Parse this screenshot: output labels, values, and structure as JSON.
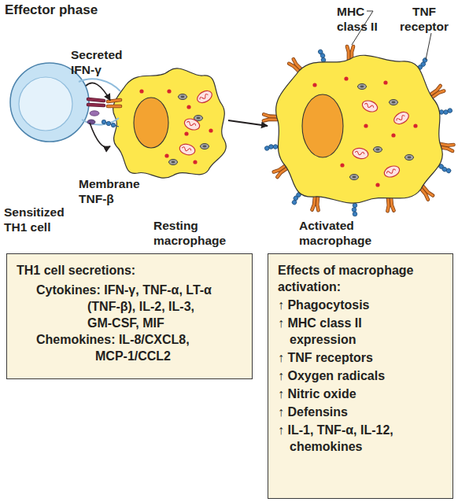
{
  "diagram": {
    "title": "Effector phase",
    "nodes": [
      {
        "text": [
          "Sensitized TH1 cell"
        ]
      },
      {
        "text": [
          "Resting macrophage"
        ]
      },
      {
        "text": [
          "Activated macrophage"
        ]
      },
      {
        "text": [
          "TH1 cell secretions:",
          "Cytokines: IFN-γ, TNF-α, LT-α (TNF-β), IL-2, IL-3, GM-CSF, MIF",
          "Chemokines: IL-8/CXCL8, MCP-1/CCL2"
        ]
      },
      {
        "text": [
          "Effects of macrophage activation:",
          "↑ Phagocytosis",
          "↑ MHC class II expression",
          "↑ TNF receptors",
          "↑ Oxygen radicals",
          "↑ Nitric oxide",
          "↑ Defensins",
          "↑ IL-1, TNF-α, IL-12, chemokines"
        ]
      }
    ],
    "edges": [
      {
        "from": 0,
        "to": 1,
        "arrow": "to",
        "label": "Secreted IFN-γ"
      },
      {
        "from": 0,
        "to": 1,
        "arrow": "to",
        "label": "Membrane TNF-β"
      },
      {
        "from": 1,
        "to": 2,
        "arrow": "to"
      }
    ],
    "labels": [
      "MHC class II",
      "TNF receptor"
    ]
  }
}
